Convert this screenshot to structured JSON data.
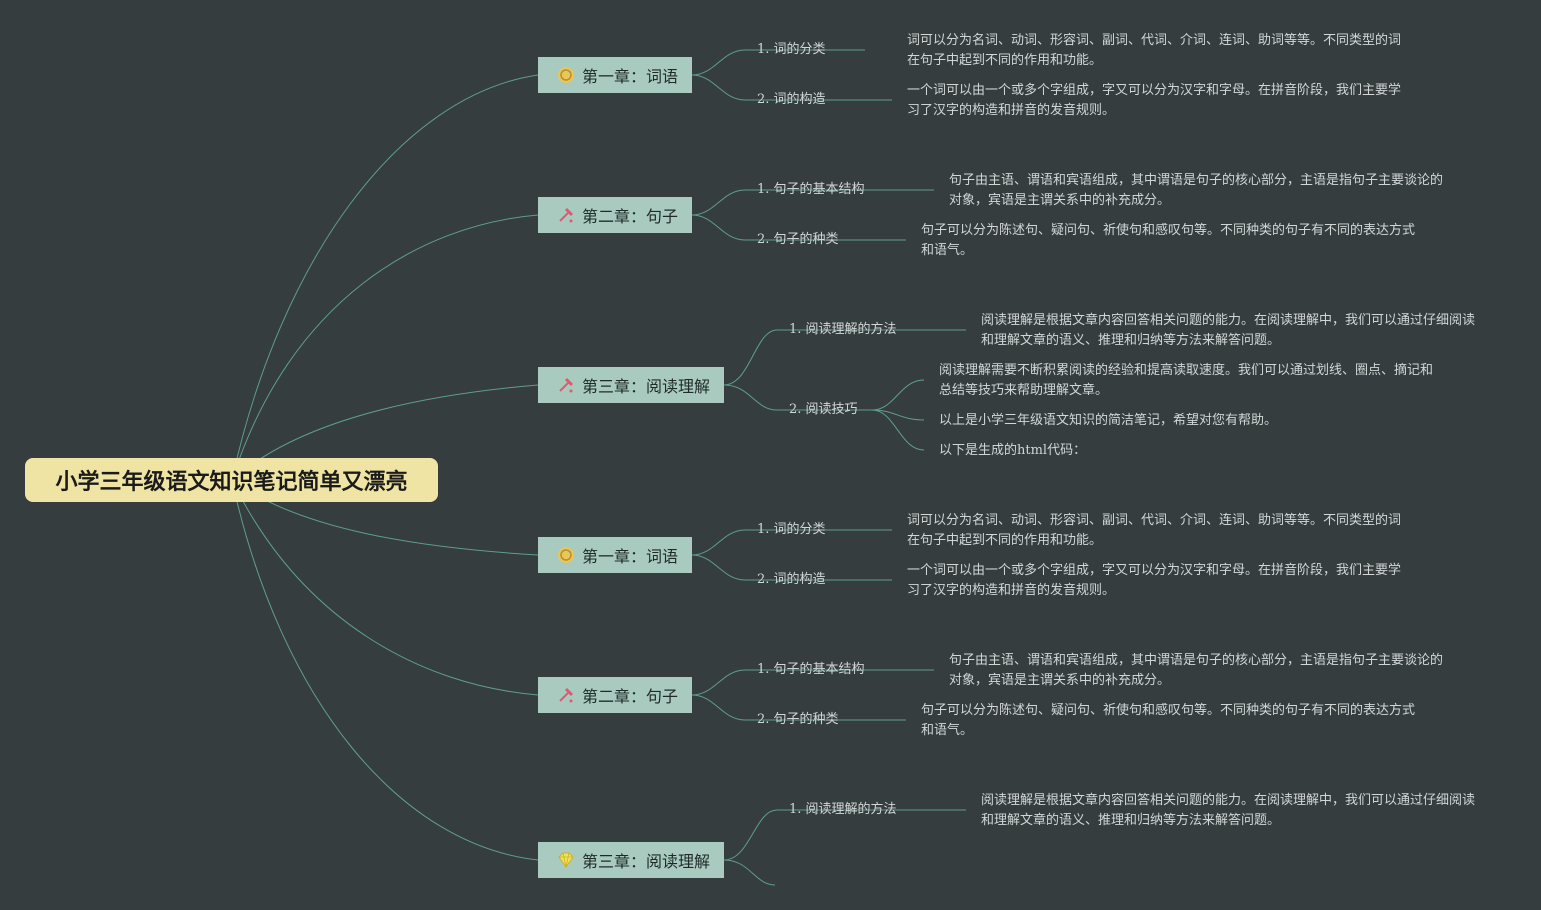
{
  "root": {
    "title": "小学三年级语文知识笔记简单又漂亮"
  },
  "colors": {
    "background": "#363d3f",
    "line": "#5e9e8e",
    "root_fill": "#efe4a3",
    "branch_fill": "#a9cbbf"
  },
  "branches": [
    {
      "label": "第一章：词语",
      "icon": "medal-icon",
      "topics": [
        {
          "label": "1. 词的分类",
          "notes": [
            "词可以分为名词、动词、形容词、副词、代词、介词、连词、助词等等。不同类型的词在句子中起到不同的作用和功能。"
          ]
        },
        {
          "label": "2. 词的构造",
          "notes": [
            "一个词可以由一个或多个字组成，字又可以分为汉字和字母。在拼音阶段，我们主要学习了汉字的构造和拼音的发音规则。"
          ]
        }
      ]
    },
    {
      "label": "第二章：句子",
      "icon": "hammer-icon",
      "topics": [
        {
          "label": "1. 句子的基本结构",
          "notes": [
            "句子由主语、谓语和宾语组成，其中谓语是句子的核心部分，主语是指句子主要谈论的对象，宾语是主谓关系中的补充成分。"
          ]
        },
        {
          "label": "2. 句子的种类",
          "notes": [
            "句子可以分为陈述句、疑问句、祈使句和感叹句等。不同种类的句子有不同的表达方式和语气。"
          ]
        }
      ]
    },
    {
      "label": "第三章：阅读理解",
      "icon": "hammer-icon",
      "topics": [
        {
          "label": "1. 阅读理解的方法",
          "notes": [
            "阅读理解是根据文章内容回答相关问题的能力。在阅读理解中，我们可以通过仔细阅读和理解文章的语义、推理和归纳等方法来解答问题。"
          ]
        },
        {
          "label": "2. 阅读技巧",
          "notes": [
            "阅读理解需要不断积累阅读的经验和提高读取速度。我们可以通过划线、圈点、摘记和总结等技巧来帮助理解文章。",
            "以上是小学三年级语文知识的简洁笔记，希望对您有帮助。",
            "以下是生成的html代码："
          ]
        }
      ]
    },
    {
      "label": "第一章：词语",
      "icon": "medal-icon",
      "topics": [
        {
          "label": "1. 词的分类",
          "notes": [
            "词可以分为名词、动词、形容词、副词、代词、介词、连词、助词等等。不同类型的词在句子中起到不同的作用和功能。"
          ]
        },
        {
          "label": "2. 词的构造",
          "notes": [
            "一个词可以由一个或多个字组成，字又可以分为汉字和字母。在拼音阶段，我们主要学习了汉字的构造和拼音的发音规则。"
          ]
        }
      ]
    },
    {
      "label": "第二章：句子",
      "icon": "hammer-icon",
      "topics": [
        {
          "label": "1. 句子的基本结构",
          "notes": [
            "句子由主语、谓语和宾语组成，其中谓语是句子的核心部分，主语是指句子主要谈论的对象，宾语是主谓关系中的补充成分。"
          ]
        },
        {
          "label": "2. 句子的种类",
          "notes": [
            "句子可以分为陈述句、疑问句、祈使句和感叹句等。不同种类的句子有不同的表达方式和语气。"
          ]
        }
      ]
    },
    {
      "label": "第三章：阅读理解",
      "icon": "diamond-icon",
      "topics": [
        {
          "label": "1. 阅读理解的方法",
          "notes": [
            "阅读理解是根据文章内容回答相关问题的能力。在阅读理解中，我们可以通过仔细阅读和理解文章的语义、推理和归纳等方法来解答问题。"
          ]
        }
      ]
    }
  ]
}
